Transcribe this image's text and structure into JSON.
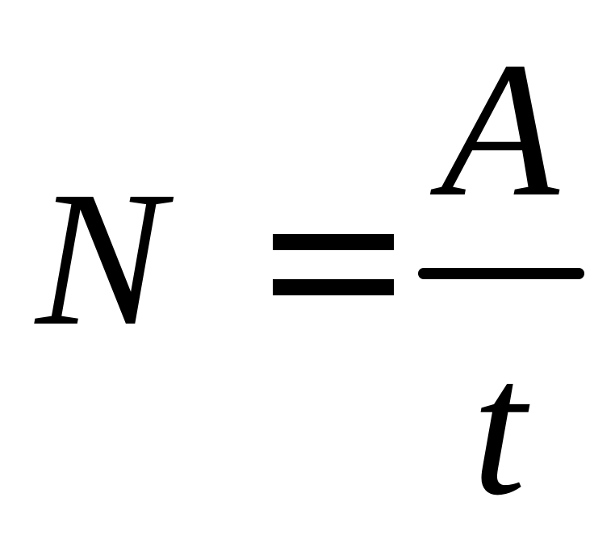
{
  "formula": {
    "lhs": "N",
    "numerator": "A",
    "denominator": "t"
  }
}
